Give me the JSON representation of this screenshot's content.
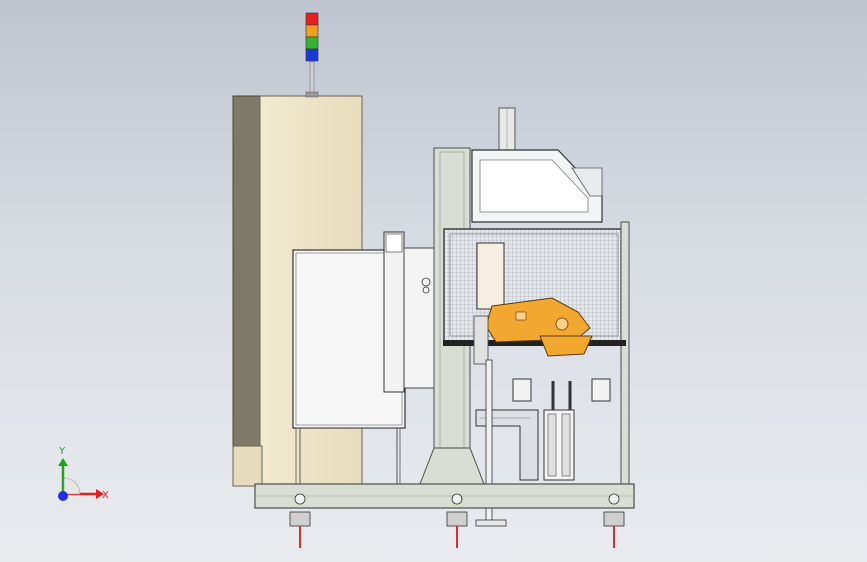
{
  "view": {
    "background_top": "#bfc4cf",
    "background_bottom": "#e9ebef"
  },
  "triad": {
    "x_label": "X",
    "y_label": "Y",
    "x_color": "#e02020",
    "y_color": "#1aa41a",
    "z_color": "#2030e0"
  },
  "signal_tower": {
    "lamps": [
      {
        "name": "red-lamp",
        "color": "#e8201c"
      },
      {
        "name": "orange-lamp",
        "color": "#f0a020"
      },
      {
        "name": "green-lamp",
        "color": "#33b233"
      },
      {
        "name": "blue-lamp",
        "color": "#1c39d8"
      }
    ]
  },
  "colors": {
    "cabinet": "#ede4c8",
    "cabinet_side": "#7f7a68",
    "frame": "#d9ddd3",
    "robot": "#f2a730",
    "guard_mesh": "#c9ccd2",
    "leveling_foot": "#d43030"
  }
}
